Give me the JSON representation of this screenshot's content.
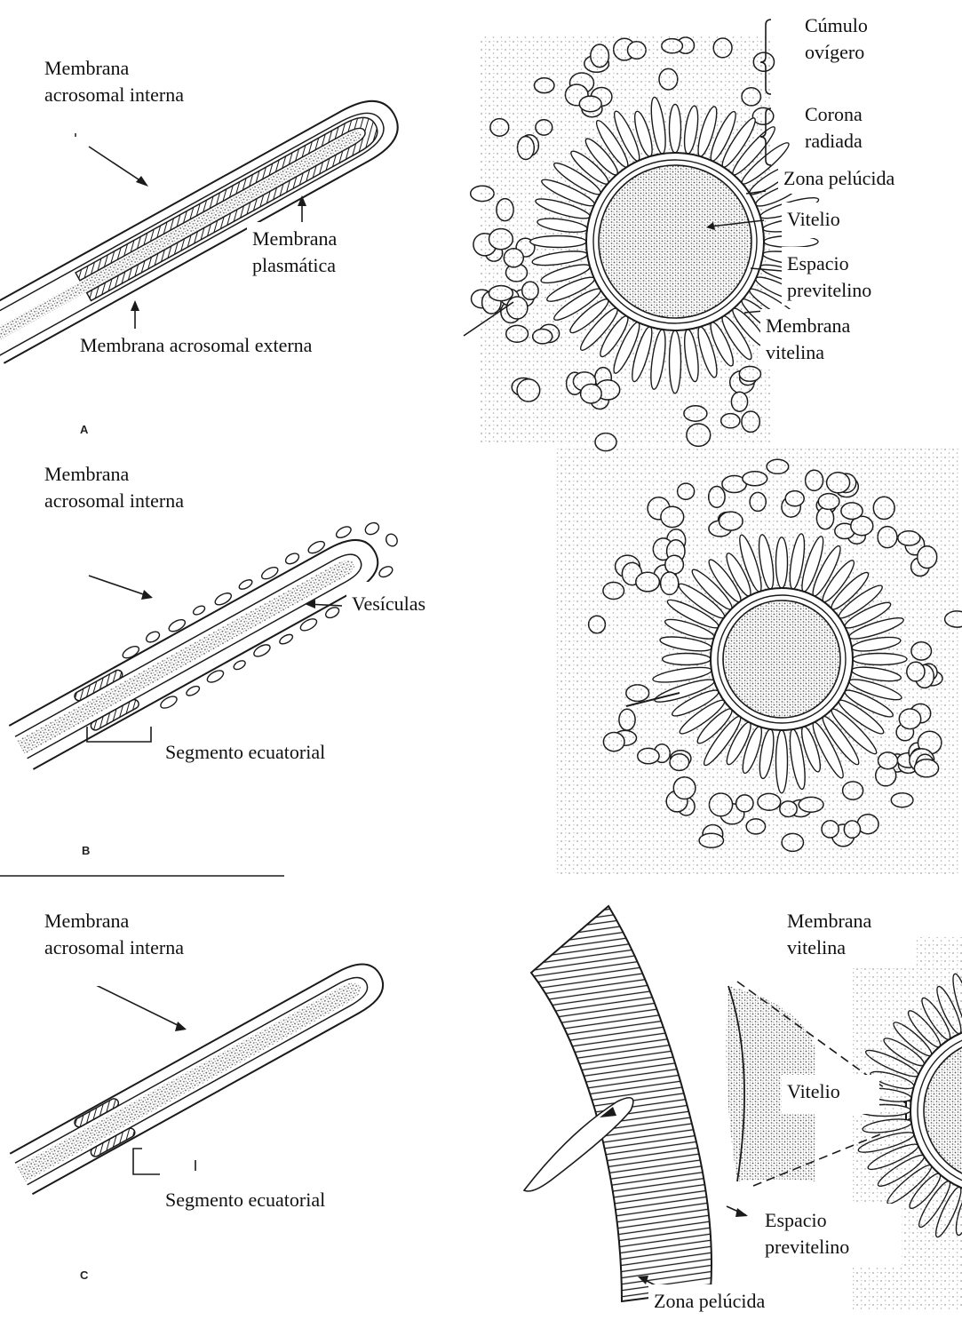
{
  "panels": [
    {
      "letter": "A"
    },
    {
      "letter": "B"
    },
    {
      "letter": "C"
    }
  ],
  "labels": {
    "a_inner": [
      "Membrana",
      "acrosomal interna"
    ],
    "a_plasma": [
      "Membrana",
      "plasmática"
    ],
    "a_outer": "Membrana acrosomal externa",
    "cumulus": [
      "Cúmulo",
      "ovígero"
    ],
    "corona": [
      "Corona",
      "radiada"
    ],
    "zona_a": "Zona pelúcida",
    "vitelio_a": "Vitelio",
    "espacio_a": [
      "Espacio",
      "previtelino"
    ],
    "vitelina_a": [
      "Membrana",
      "vitelina"
    ],
    "b_inner": [
      "Membrana",
      "acrosomal interna"
    ],
    "vesiculas": "Vesículas",
    "b_segmento": "Segmento ecuatorial",
    "c_inner": [
      "Membrana",
      "acrosomal interna"
    ],
    "c_segmento": "Segmento ecuatorial",
    "vitelina_c": [
      "Membrana",
      "vitelina"
    ],
    "vitelio_c": "Vitelio",
    "espacio_c": [
      "Espacio",
      "previtelino"
    ],
    "zona_c": "Zona pelúcida"
  },
  "colors": {
    "ink": "#1a1a1a",
    "paper": "#ffffff"
  }
}
